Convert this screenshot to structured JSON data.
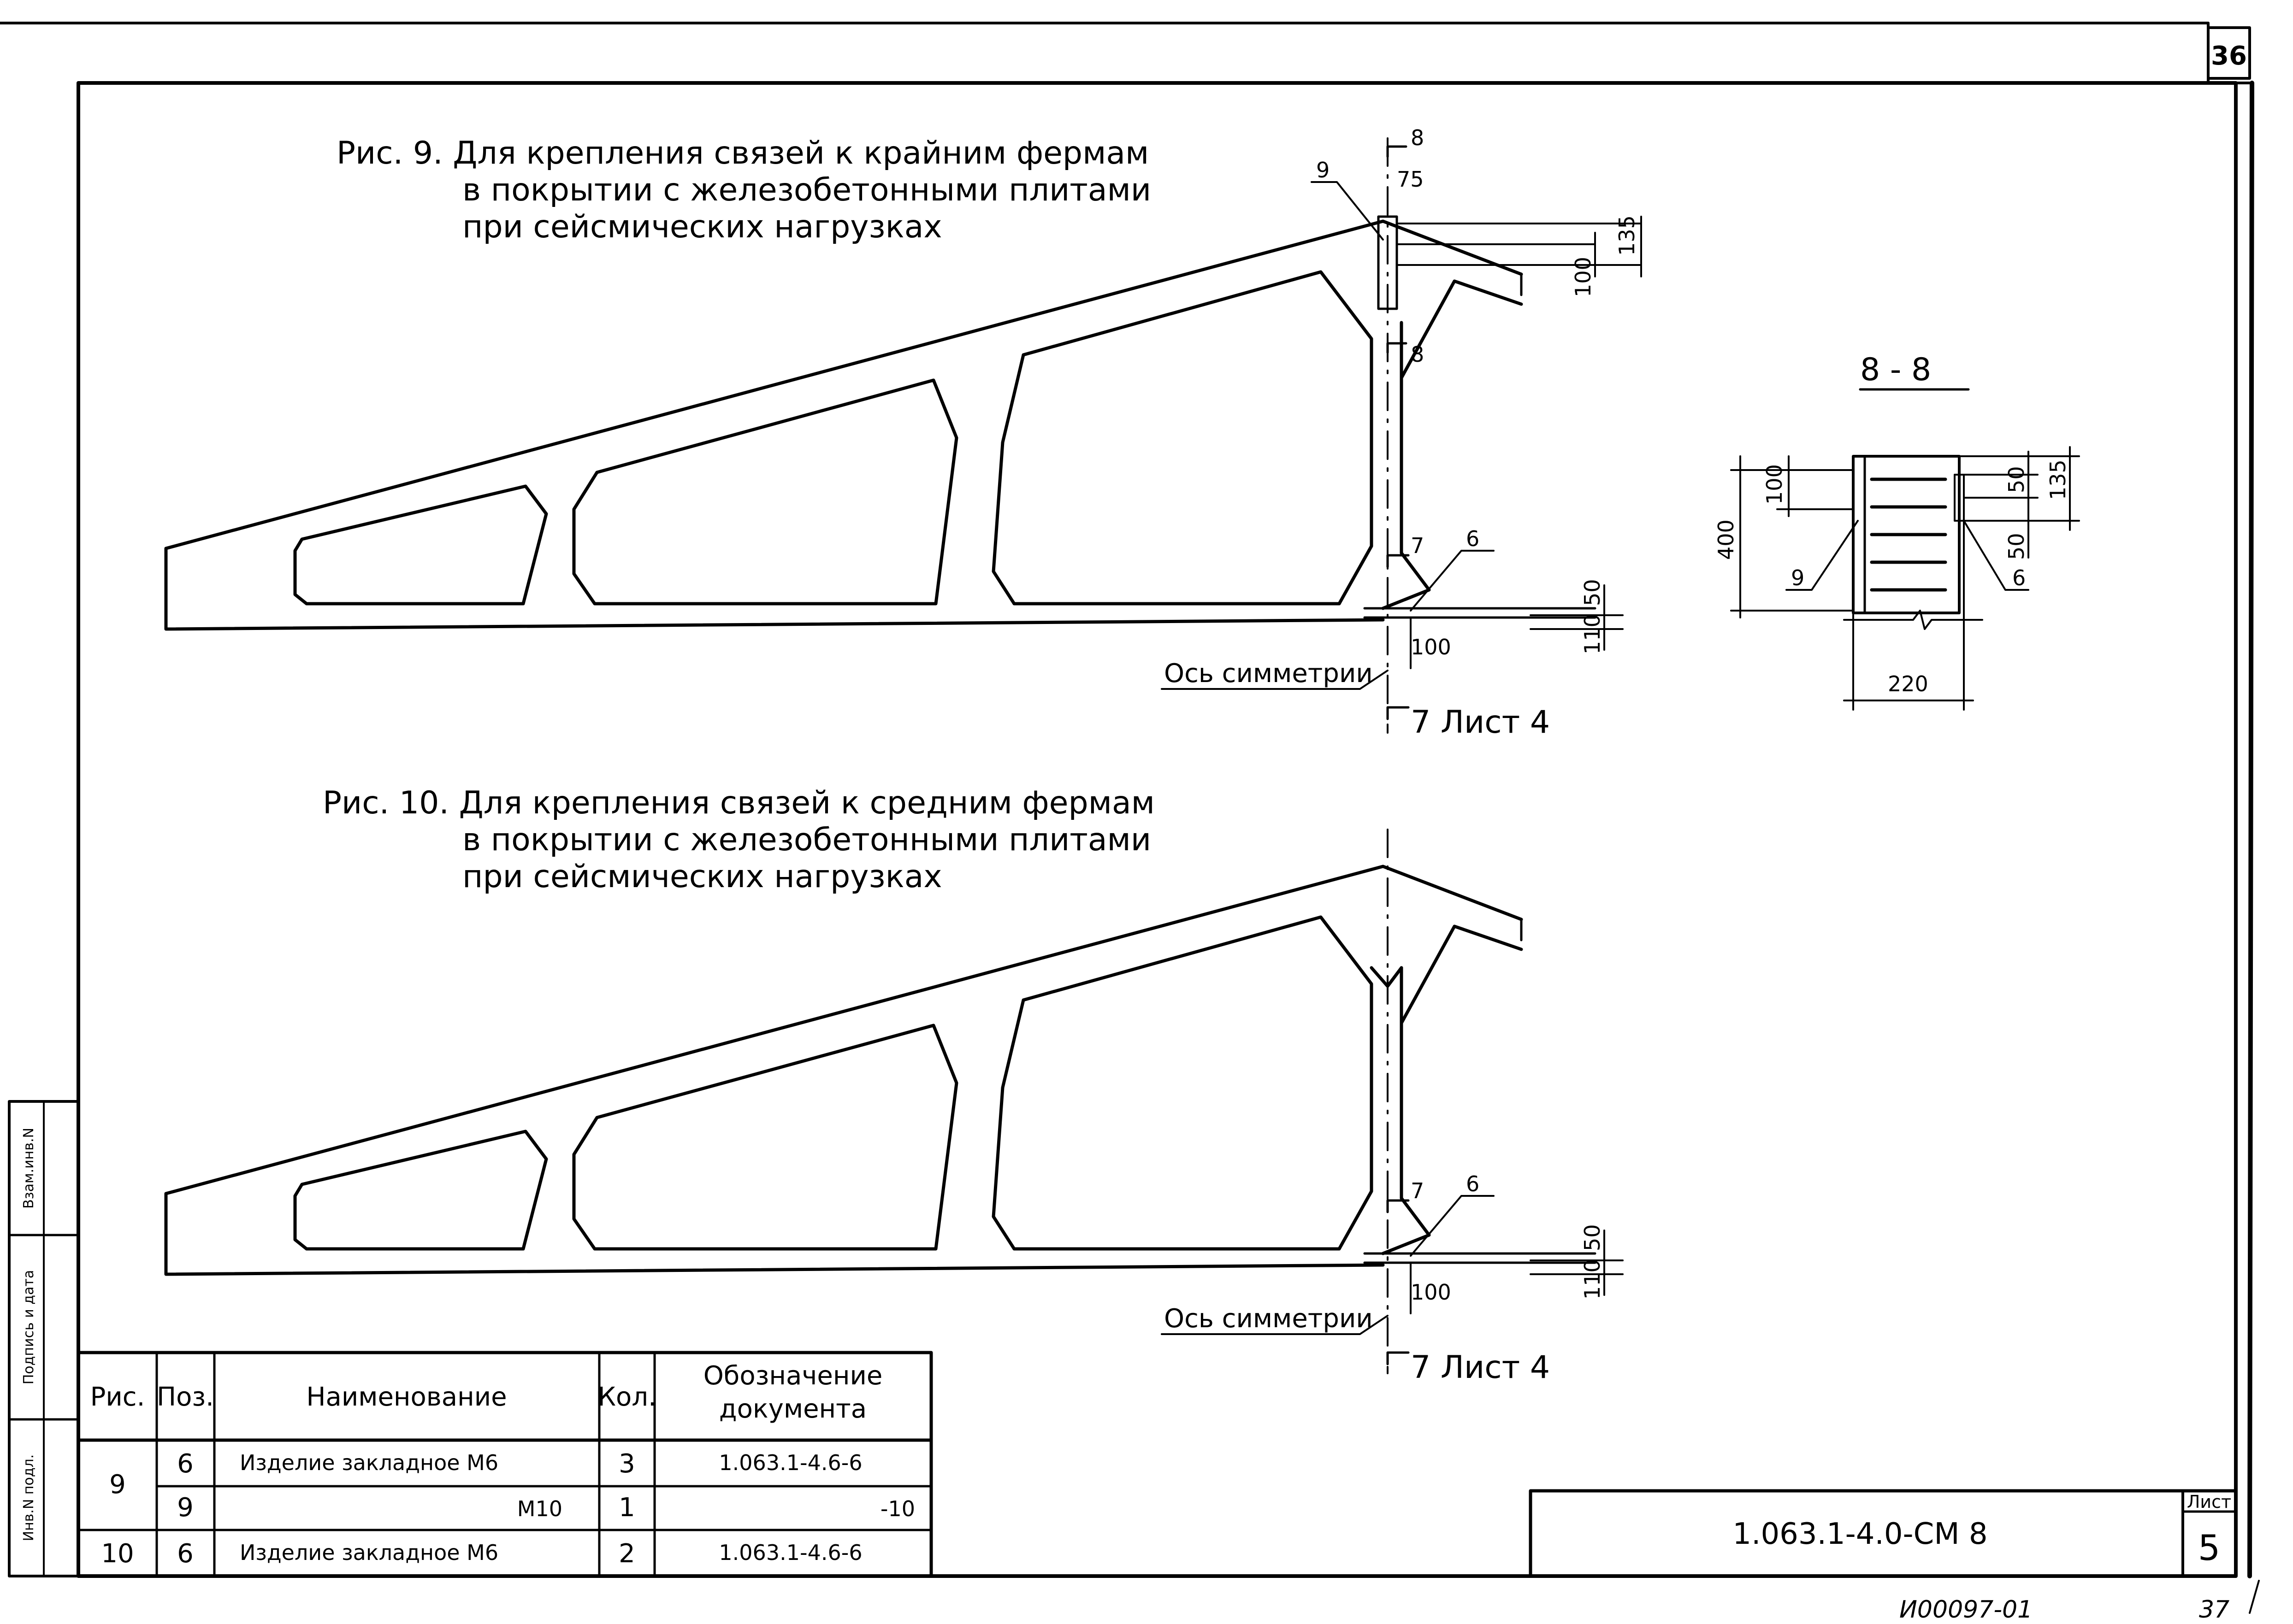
{
  "sheet_corner_number": "36",
  "fig9": {
    "caption_line1": "Рис. 9. Для крепления связей к крайним фермам",
    "caption_line2": "в покрытии с железобетонными плитами",
    "caption_line3": "при сейсмических нагрузках"
  },
  "fig10": {
    "caption_line1": "Рис. 10. Для крепления связей к средним фермам",
    "caption_line2": "в покрытии с железобетонными плитами",
    "caption_line3": "при сейсмических нагрузках"
  },
  "marks": {
    "section_8": "8",
    "section_7": "7",
    "pos_9": "9",
    "pos_6": "6",
    "dim_75": "75",
    "dim_135": "135",
    "dim_100": "100",
    "dim_50": "50",
    "dim_110": "110",
    "axis_label": "Ось симметрии",
    "sheet_ref": "Лист 4"
  },
  "section_view": {
    "title": "8 - 8",
    "dim_400": "400",
    "dim_100": "100",
    "dim_50_top": "50",
    "dim_135": "135",
    "dim_50_mid": "50",
    "dim_220": "220",
    "pos_9": "9",
    "pos_6": "6"
  },
  "side_stamp": {
    "cell1": "Взам.инв.N",
    "cell2": "Подпись и дата",
    "cell3": "Инв.N подл."
  },
  "table": {
    "headers": [
      "Рис.",
      "Поз.",
      "Наименование",
      "Кол.",
      "Обозначение документа"
    ],
    "rows": [
      {
        "fig": "9",
        "pos": "6",
        "name": "Изделие закладное М6",
        "qty": "3",
        "doc": "1.063.1-4.6-6"
      },
      {
        "fig": "",
        "pos": "9",
        "name": "М10",
        "qty": "1",
        "doc": "-10"
      },
      {
        "fig": "10",
        "pos": "6",
        "name": "Изделие закладное М6",
        "qty": "2",
        "doc": "1.063.1-4.6-6"
      }
    ]
  },
  "title_block": {
    "code": "1.063.1-4.0-СМ 8",
    "sheet_label": "Лист",
    "sheet_number": "5"
  },
  "footer": {
    "archive_number": "И00097-01",
    "page_number": "37"
  }
}
